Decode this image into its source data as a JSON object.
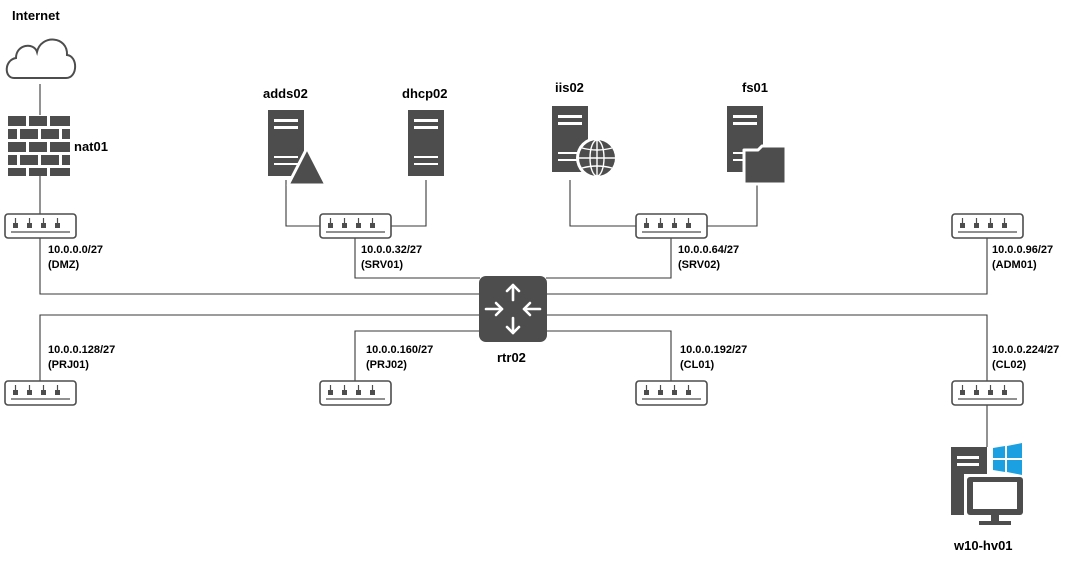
{
  "diagram": {
    "internet": {
      "label": "Internet",
      "icon": "cloud-icon"
    },
    "nat01": {
      "label": "nat01",
      "icon": "firewall-icon"
    },
    "router": {
      "label": "rtr02",
      "icon": "router-icon"
    },
    "servers": [
      {
        "label": "adds02",
        "icon": "server-directory-icon"
      },
      {
        "label": "dhcp02",
        "icon": "server-icon"
      },
      {
        "label": "iis02",
        "icon": "server-web-icon"
      },
      {
        "label": "fs01",
        "icon": "server-file-icon"
      }
    ],
    "client": {
      "label": "w10-hv01",
      "icon": "windows-pc-icon"
    },
    "subnets": [
      {
        "cidr": "10.0.0.0/27",
        "name": "(DMZ)"
      },
      {
        "cidr": "10.0.0.32/27",
        "name": "(SRV01)"
      },
      {
        "cidr": "10.0.0.64/27",
        "name": "(SRV02)"
      },
      {
        "cidr": "10.0.0.96/27",
        "name": "(ADM01)"
      },
      {
        "cidr": "10.0.0.128/27",
        "name": "(PRJ01)"
      },
      {
        "cidr": "10.0.0.160/27",
        "name": "(PRJ02)"
      },
      {
        "cidr": "10.0.0.192/27",
        "name": "(CL01)"
      },
      {
        "cidr": "10.0.0.224/27",
        "name": "(CL02)"
      }
    ],
    "colors": {
      "device": "#4d4d4d",
      "line": "#3a3a3a",
      "windows_logo": "#1ba1e2"
    }
  }
}
